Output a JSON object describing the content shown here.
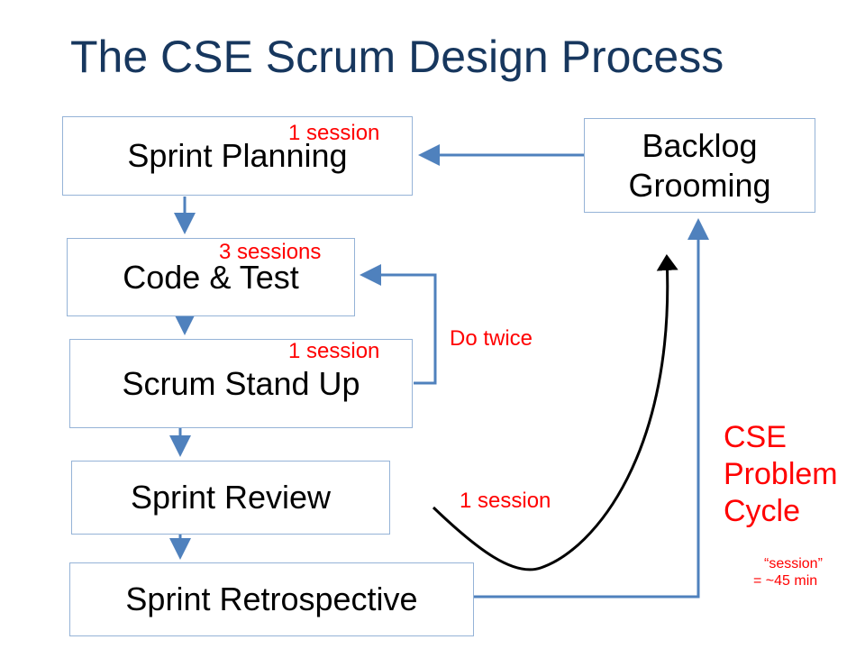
{
  "title": "The CSE Scrum Design Process",
  "boxes": {
    "sprint_planning": "Sprint Planning",
    "code_test": "Code & Test",
    "scrum_standup": "Scrum Stand Up",
    "sprint_review": "Sprint Review",
    "sprint_retro": "Sprint Retrospective",
    "backlog_line1": "Backlog",
    "backlog_line2": "Grooming"
  },
  "annotations": {
    "planning_sessions": "1 session",
    "code_sessions": "3 sessions",
    "standup_sessions": "1 session",
    "do_twice": "Do twice",
    "review_sessions": "1 session",
    "cycle_line1": "CSE",
    "cycle_line2": "Problem",
    "cycle_line3": "Cycle",
    "session_note_line1": "“session”",
    "session_note_line2": "= ~45 min"
  },
  "colors": {
    "title": "#17375e",
    "box_border": "#95b3d7",
    "arrow": "#4f81bd",
    "annotation": "#ff0000",
    "curve": "#000000"
  }
}
